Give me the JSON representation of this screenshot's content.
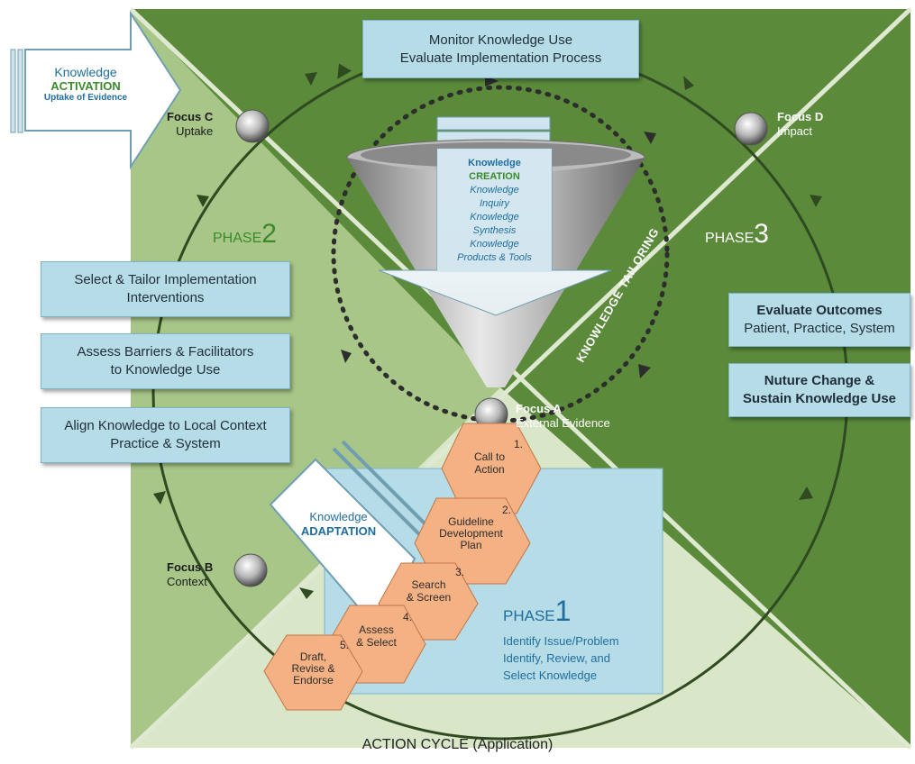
{
  "colors": {
    "dark_green": "#5a8a3a",
    "light_green": "#a8c687",
    "pale_green": "#d9e6c8",
    "box_blue": "#b6dce8",
    "hex_orange": "#f4b183",
    "text_blue": "#1f6e9e",
    "text_green": "#3a8a2a"
  },
  "icons": [
    "gear-icon",
    "double-arrow-icon",
    "funnel-icon",
    "big-arrow-icon"
  ],
  "focus": {
    "a": {
      "title": "Focus A",
      "sub": "External Evidence"
    },
    "b": {
      "title": "Focus B",
      "sub": "Context"
    },
    "c": {
      "title": "Focus C",
      "sub": "Uptake"
    },
    "d": {
      "title": "Focus D",
      "sub": "Impact"
    }
  },
  "activation": {
    "line1": "Knowledge",
    "line2": "ACTIVATION",
    "line3": "Uptake of Evidence"
  },
  "adaptation": {
    "line1": "Knowledge",
    "line2": "ADAPTATION"
  },
  "creation": {
    "line1": "Knowledge",
    "line2": "CREATION",
    "line3": "Knowledge",
    "line4": "Inquiry",
    "line5": "Knowledge",
    "line6": "Synthesis",
    "line7": "Knowledge",
    "line8": "Products & Tools"
  },
  "tailoring": "KNOWLEDGE TAILORING",
  "phase2": {
    "word": "PHASE",
    "num": "2"
  },
  "phase3": {
    "word": "PHASE",
    "num": "3"
  },
  "phase1": {
    "word": "PHASE",
    "num": "1",
    "line1": "Identify Issue/Problem",
    "line2": "Identify, Review, and",
    "line3": "Select Knowledge"
  },
  "boxes": {
    "monitor": {
      "line1": "Monitor Knowledge Use",
      "line2": "Evaluate Implementation Process"
    },
    "select_tailor": {
      "line1": "Select & Tailor Implementation",
      "line2": "Interventions"
    },
    "assess_barriers": {
      "line1": "Assess Barriers & Facilitators",
      "line2": "to Knowledge Use"
    },
    "align": {
      "line1": "Align Knowledge to Local Context",
      "line2": "Practice & System"
    },
    "evaluate": {
      "line1": "Evaluate Outcomes",
      "line2": "Patient, Practice, System"
    },
    "nurture": {
      "line1": "Nuture Change &",
      "line2": "Sustain Knowledge Use"
    }
  },
  "steps": [
    {
      "num": "1.",
      "line1": "Call to",
      "line2": "Action",
      "line3": ""
    },
    {
      "num": "2.",
      "line1": "Guideline",
      "line2": "Development",
      "line3": "Plan"
    },
    {
      "num": "3.",
      "line1": "Search",
      "line2": "& Screen",
      "line3": ""
    },
    {
      "num": "4.",
      "line1": "Assess",
      "line2": "& Select",
      "line3": ""
    },
    {
      "num": "5.",
      "line1": "Draft,",
      "line2": "Revise &",
      "line3": "Endorse"
    }
  ],
  "footer": "ACTION CYCLE (Application)"
}
